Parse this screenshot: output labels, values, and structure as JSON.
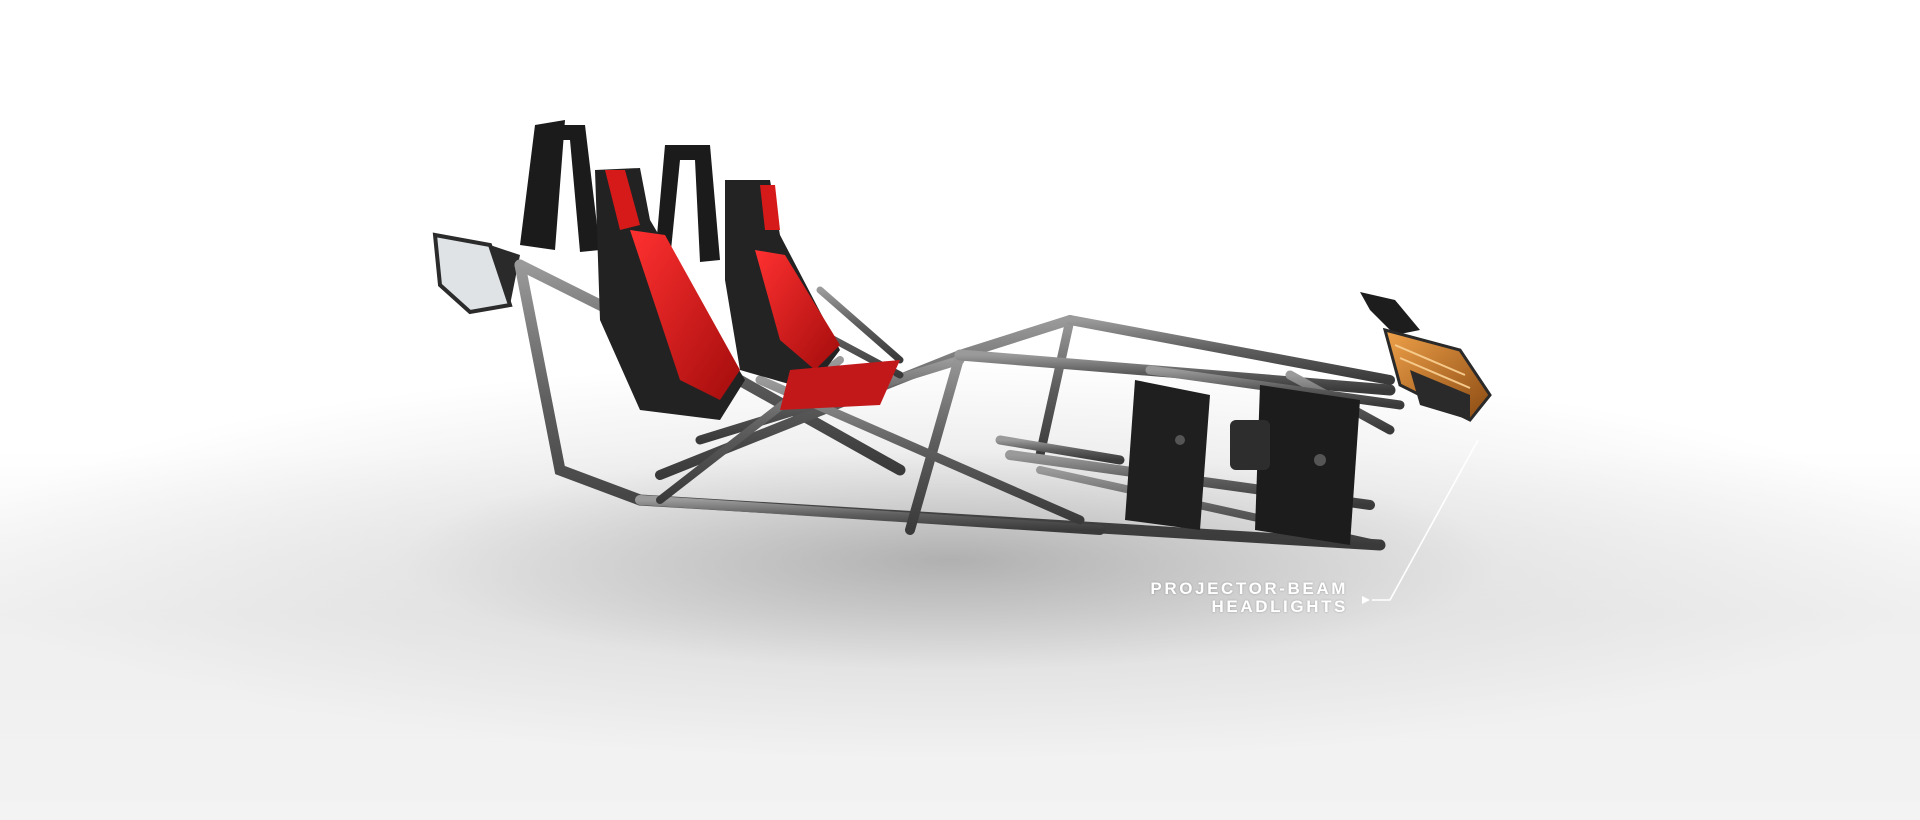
{
  "callout": {
    "line1": "PROJECTOR-BEAM",
    "line2": "HEADLIGHTS"
  },
  "colors": {
    "frame": "#6e6e6e",
    "seat_red": "#e01a1a",
    "seat_black": "#1e1e1e",
    "headlight_amber": "#c8741e",
    "label": "#ffffff"
  },
  "image": {
    "subject": "exploded view of a three-wheeled roadster chassis with two red-and-black seats and detached headlight assembly"
  }
}
